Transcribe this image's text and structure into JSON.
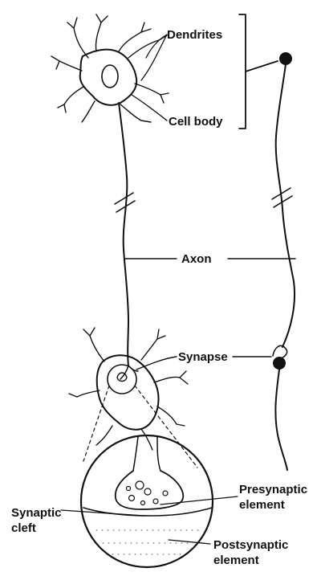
{
  "labels": {
    "dendrites": "Dendrites",
    "cell_body": "Cell body",
    "axon": "Axon",
    "synapse": "Synapse",
    "presynaptic_line1": "Presynaptic",
    "presynaptic_line2": "element",
    "synaptic_cleft_line1": "Synaptic",
    "synaptic_cleft_line2": "cleft",
    "postsynaptic_line1": "Postsynaptic",
    "postsynaptic_line2": "element"
  },
  "colors": {
    "ink": "#111111",
    "background": "#ffffff"
  }
}
